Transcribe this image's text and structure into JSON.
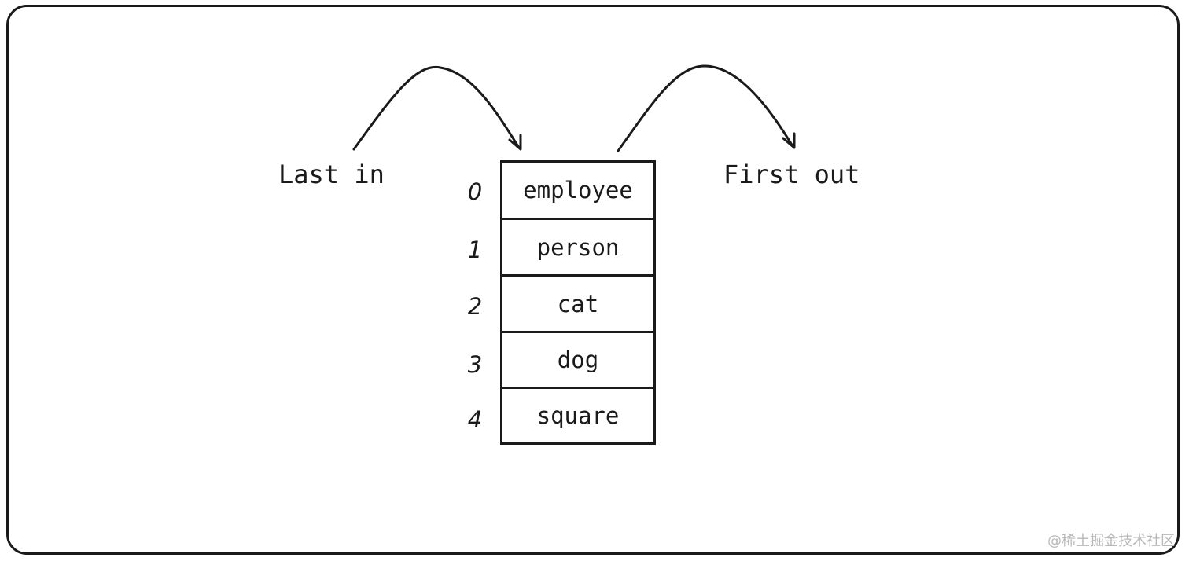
{
  "labels": {
    "left": "Last in",
    "right": "First out"
  },
  "stack": {
    "items": [
      {
        "index": "0",
        "value": "employee"
      },
      {
        "index": "1",
        "value": "person"
      },
      {
        "index": "2",
        "value": "cat"
      },
      {
        "index": "3",
        "value": "dog"
      },
      {
        "index": "4",
        "value": "square"
      }
    ]
  },
  "watermark": "@稀土掘金技术社区",
  "colors": {
    "stroke": "#1a1a1a",
    "background": "#ffffff",
    "watermark": "#b8b8b8"
  }
}
